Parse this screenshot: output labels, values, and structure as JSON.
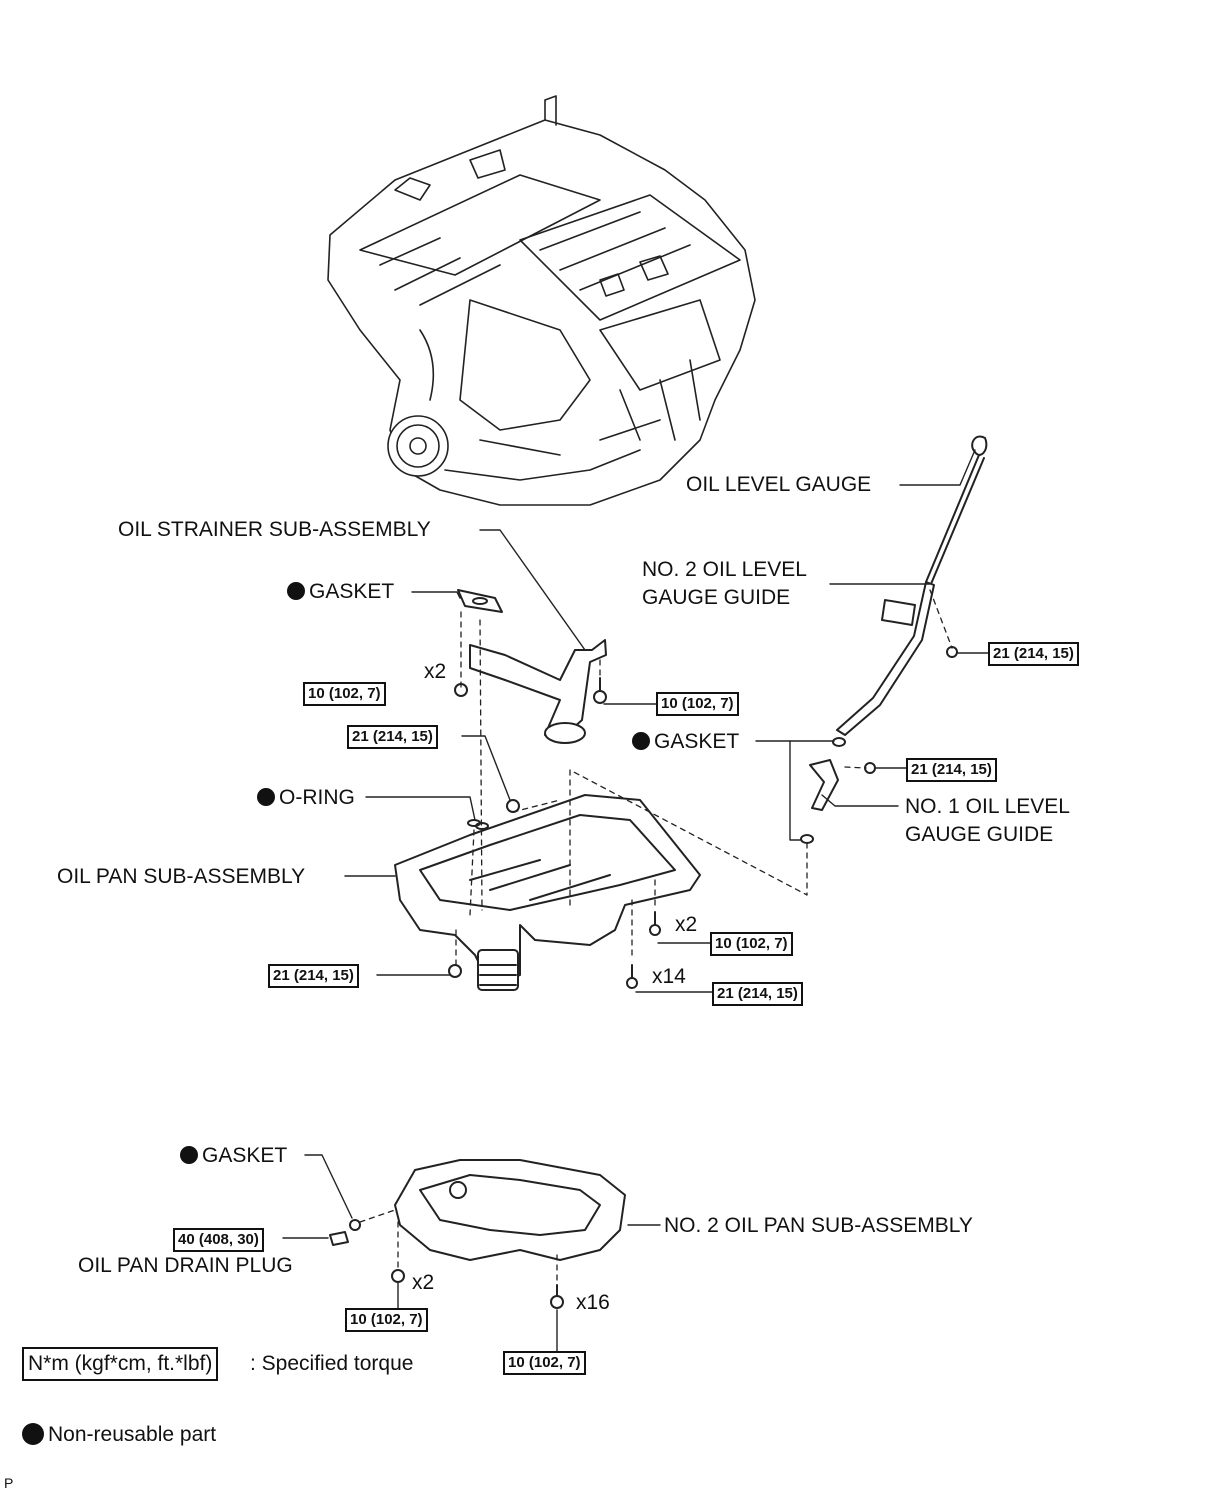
{
  "labels": {
    "oil_level_gauge": "OIL LEVEL GAUGE",
    "oil_strainer": "OIL STRAINER SUB-ASSEMBLY",
    "no2_guide_line1": "NO. 2 OIL LEVEL",
    "no2_guide_line2": "GAUGE GUIDE",
    "gasket": "GASKET",
    "o_ring": "O-RING",
    "no1_guide_line1": "NO. 1 OIL LEVEL",
    "no1_guide_line2": "GAUGE GUIDE",
    "oil_pan": "OIL PAN SUB-ASSEMBLY",
    "no2_oil_pan": "NO. 2 OIL PAN SUB-ASSEMBLY",
    "drain_plug": "OIL PAN DRAIN PLUG"
  },
  "quantities": {
    "x2": "x2",
    "x14": "x14",
    "x16": "x16"
  },
  "torques": {
    "t10": "10 (102, 7)",
    "t21": "21 (214, 15)",
    "t40": "40 (408, 30)"
  },
  "legend": {
    "torque_box": "N*m (kgf*cm, ft.*lbf)",
    "torque_text": ": Specified torque",
    "nonreusable": "Non-reusable part"
  },
  "footer_code": "P"
}
